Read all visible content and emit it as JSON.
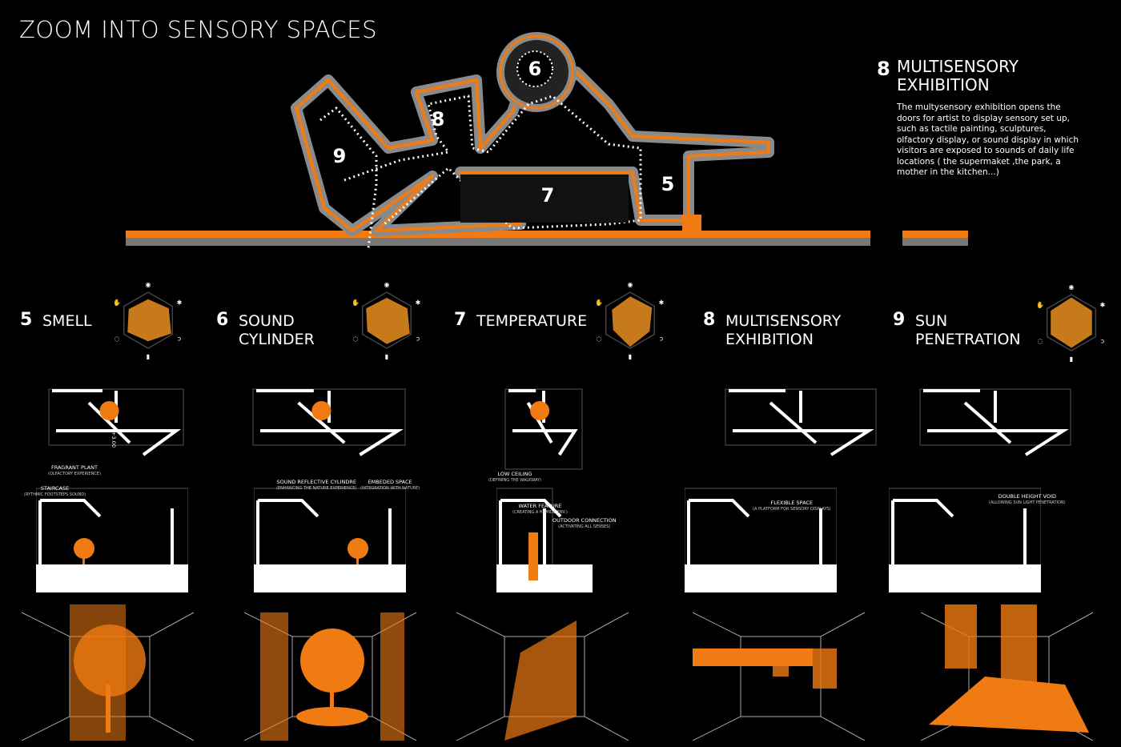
{
  "title": "ZOOM INTO SENSORY SPACES",
  "intro": {
    "number": "8",
    "heading": "MULTISENSORY EXHIBITION",
    "description": "The multysensory exhibition opens the doors for artist to display sensory set up, such as tactile painting, sculptures, olfactory display, or sound display in which visitors are exposed to sounds of daily life locations ( the supermaket ,the park, a mother in the kitchen...)"
  },
  "section_labels": [
    "6",
    "8",
    "9",
    "7",
    "5"
  ],
  "colors": {
    "accent": "#f07b12",
    "radar_fill": "#c77a1c",
    "background": "#000000",
    "wall": "#8a8a8a"
  },
  "radar_axes": [
    "eye-icon",
    "body-icon",
    "ear-icon",
    "thermometer-icon",
    "nose-icon",
    "hand-icon"
  ],
  "spaces": [
    {
      "number": "5",
      "name": "SMELL",
      "radar": [
        0.75,
        0.85,
        0.95,
        0.75,
        0.85,
        0.8
      ],
      "labels": [
        {
          "title": "FRAGRANT PLANT",
          "sub": "(OLFACTORY EXPERIENCE)"
        },
        {
          "title": "STAIRCASE",
          "sub": "(RYTHMIC FOOTSTEPS SOUND)"
        }
      ],
      "dimension": "+3.00"
    },
    {
      "number": "6",
      "name": "SOUND CYLINDER",
      "radar": [
        0.8,
        0.85,
        0.95,
        0.85,
        0.8,
        0.85
      ],
      "labels": [
        {
          "title": "SOUND REFLECTIVE CYLINDRE",
          "sub": "(ENHANCING THE NATURE EXPERIENCE)"
        },
        {
          "title": "EMBEDED SPACE",
          "sub": "(INTEGRATION WITH NATURE)"
        }
      ]
    },
    {
      "number": "7",
      "name": "TEMPERATURE",
      "radar": [
        0.85,
        0.9,
        0.8,
        0.95,
        0.7,
        0.75
      ],
      "labels": [
        {
          "title": "LOW CEILING",
          "sub": "(DEFINING THE WALKWAY)"
        },
        {
          "title": "WATER FEATURE",
          "sub": "(CREATING A HUMIDE ENV.)"
        },
        {
          "title": "OUTDOOR CONNECTION",
          "sub": "(ACTIVATING ALL SENSES)"
        }
      ]
    },
    {
      "number": "8",
      "name": "MULTISENSORY EXHIBITION",
      "radar": [
        0.0,
        0.0,
        0.0,
        0.0,
        0.0,
        0.0
      ],
      "labels": [
        {
          "title": "FLEXIBLE SPACE",
          "sub": "(A PLATFORM FOR SENSORY DISPLAYS)"
        }
      ]
    },
    {
      "number": "9",
      "name": "SUN PENETRATION",
      "radar": [
        0.9,
        0.85,
        0.85,
        0.9,
        0.85,
        0.85
      ],
      "labels": [
        {
          "title": "DOUBLE HEIGHT VOID",
          "sub": "(ALLOWING SUN LIGHT PENETRATION)"
        }
      ]
    }
  ]
}
